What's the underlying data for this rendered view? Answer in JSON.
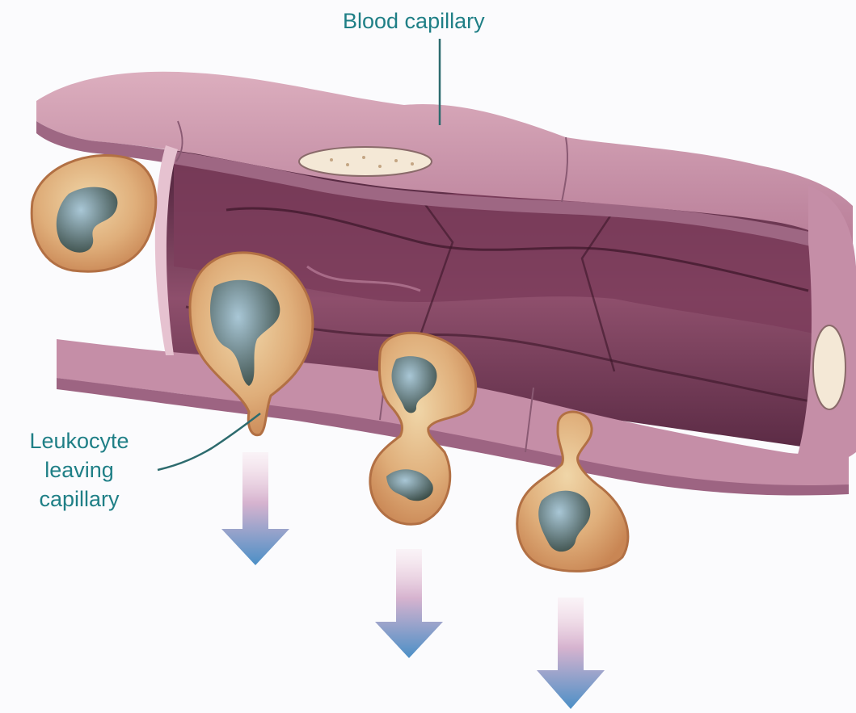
{
  "labels": {
    "blood_capillary": "Blood capillary",
    "leukocyte_line1": "Leukocyte",
    "leukocyte_line2": "leaving",
    "leukocyte_line3": "capillary"
  },
  "colors": {
    "label_text": "#1f7f86",
    "leader_line": "#2d6b6e",
    "vessel_outer": "#c993aa",
    "vessel_inner": "#5e2c47",
    "cell_body": "#d9a071",
    "nucleus": "#5f7d8a",
    "arrow_top": "#f0c8d6",
    "arrow_bottom": "#4b8fc6"
  }
}
